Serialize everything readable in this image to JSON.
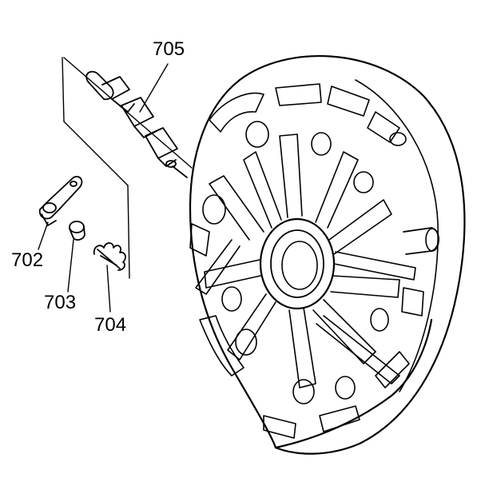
{
  "callouts": {
    "c705": "705",
    "c702": "702",
    "c703": "703",
    "c704": "704"
  },
  "colors": {
    "line": "#000000",
    "background": "#ffffff"
  }
}
